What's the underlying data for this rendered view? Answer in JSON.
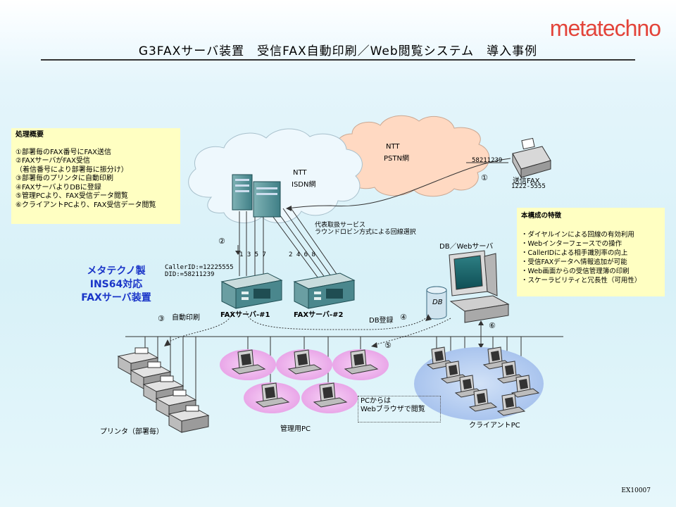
{
  "logo": "metatechno",
  "title": "G3FAXサーバ装置　受信FAX自動印刷／Web閲覧システム　導入事例",
  "summary": {
    "heading": "処理概要",
    "items": [
      "①部署毎のFAX番号にFAX送信",
      "②FAXサーバがFAX受信",
      "（着信番号により部署毎に振分け）",
      "③部署毎のプリンタに自動印刷",
      "④FAXサーバよりDBに登録",
      "⑤管理PCより、FAX受信データ閲覧",
      "⑥クライアントPCより、FAX受信データ閲覧"
    ]
  },
  "features": {
    "heading": "本構成の特徴",
    "items": [
      "・ダイヤルインによる回線の有効利用",
      "・Webインターフェースでの操作",
      "・CallerIDによる相手識別率の向上",
      "・受信FAXデータへ情報追加が可能",
      "・Web画面からの受信管理簿の印刷",
      "・スケーラビリティと冗長性（可用性）"
    ]
  },
  "product": [
    "メタテクノ製",
    "INS64対応",
    "FAXサーバ装置"
  ],
  "clouds": {
    "pstn": [
      "NTT",
      "PSTN網"
    ],
    "isdn": [
      "NTT",
      "ISDN網"
    ]
  },
  "labels": {
    "fax_number": "58211239",
    "sender_fax": "送信FAX",
    "sender_fax_number": "1222-5555",
    "rep_service_1": "代表取扱サービス",
    "rep_service_2": "ラウンドロビン方式による回線選択",
    "caller_id": "CallerID:=12225555",
    "did": "DID:=58211239",
    "lines_1": "1 3 5 7",
    "lines_2": "2 4 6 8",
    "fax_server_1": "FAXサーバ-#1",
    "fax_server_2": "FAXサーバ-#2",
    "auto_print": "自動印刷",
    "db_register": "DB登録",
    "db_web_server": "DB／Webサーバ",
    "db": "DB",
    "printer": "プリンタ（部署毎）",
    "admin_pc": "管理用PC",
    "client_pc": "クライアントPC",
    "note": [
      "PCからは",
      "Webブラウザで閲覧"
    ],
    "step1": "①",
    "step2": "②",
    "step3": "③",
    "step4": "④",
    "step5": "⑤",
    "step6": "⑥"
  },
  "footer": "EX10007",
  "colors": {
    "logo": "#e3443a",
    "product": "#1a35c8",
    "box_bg": "#ffffc2",
    "pstn_cloud": "#ffd9c2",
    "isdn_cloud": "#e8f6fc",
    "admin_pc_glow": "#f0b8ef",
    "client_pc_glow": "#b9d2f2"
  }
}
